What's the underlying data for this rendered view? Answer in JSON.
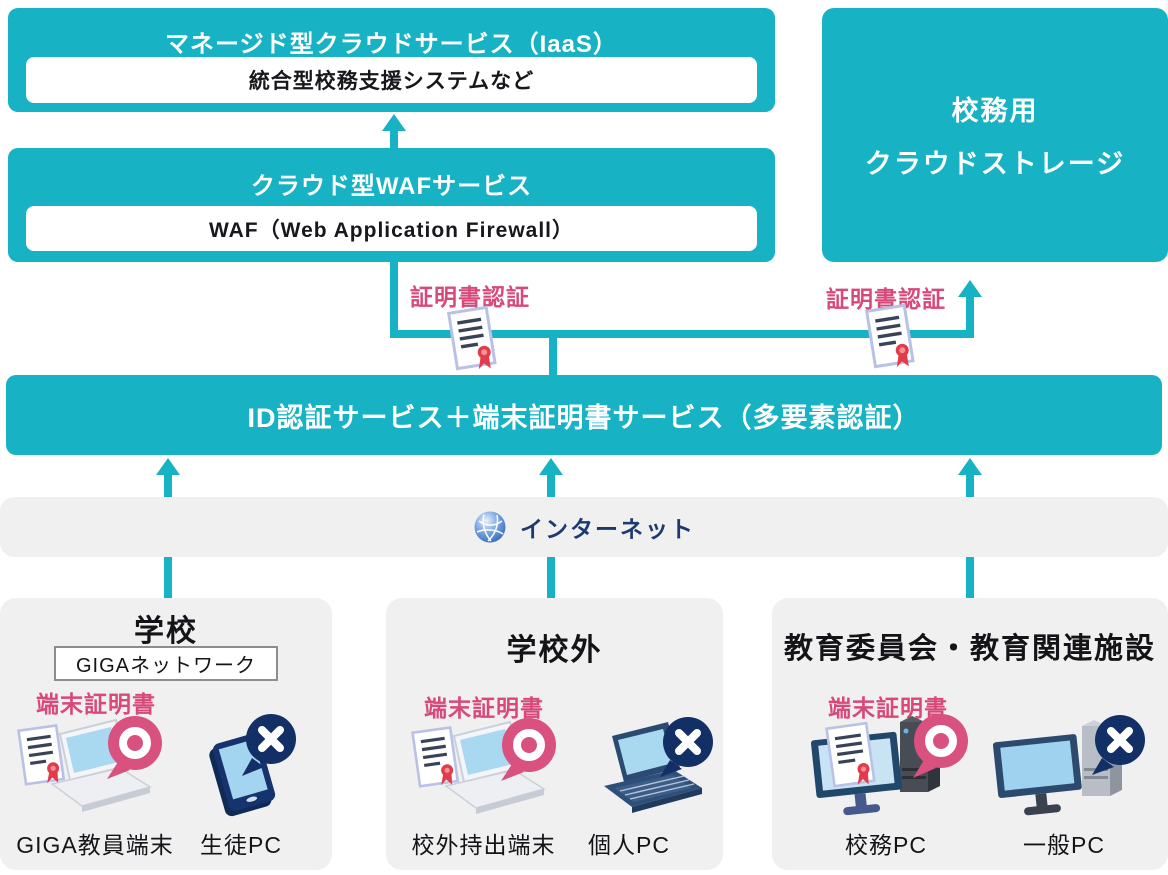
{
  "colors": {
    "teal": "#17b2c4",
    "pink": "#d8497a",
    "navy": "#16336d",
    "navy-text": "#1d3a6e",
    "panel": "#f0f0f1"
  },
  "icons": {
    "internet": "globe-icon",
    "certificate": "certificate-icon",
    "certified_badge": "ok-badge-icon",
    "blocked_badge": "x-badge-icon"
  },
  "cloud_iaas": {
    "title": "マネージド型クラウドサービス（IaaS）",
    "system": "統合型校務支援システムなど"
  },
  "cloud_waf": {
    "title": "クラウド型WAFサービス",
    "system": "WAF（Web Application Firewall）"
  },
  "storage": {
    "line1": "校務用",
    "line2": "クラウドストレージ"
  },
  "auth_labels": {
    "left": "証明書認証",
    "right": "証明書認証"
  },
  "id_service": {
    "label": "ID認証サービス＋端末証明書サービス（多要素認証）"
  },
  "internet": {
    "label": "インターネット"
  },
  "groups": [
    {
      "title": "学校",
      "network_badge": "GIGAネットワーク",
      "cert_label": "端末証明書",
      "devices": [
        {
          "label": "GIGA教員端末",
          "status": "certified"
        },
        {
          "label": "生徒PC",
          "status": "blocked"
        }
      ]
    },
    {
      "title": "学校外",
      "cert_label": "端末証明書",
      "devices": [
        {
          "label": "校外持出端末",
          "status": "certified"
        },
        {
          "label": "個人PC",
          "status": "blocked"
        }
      ]
    },
    {
      "title": "教育委員会・教育関連施設",
      "cert_label": "端末証明書",
      "devices": [
        {
          "label": "校務PC",
          "status": "certified"
        },
        {
          "label": "一般PC",
          "status": "blocked"
        }
      ]
    }
  ]
}
